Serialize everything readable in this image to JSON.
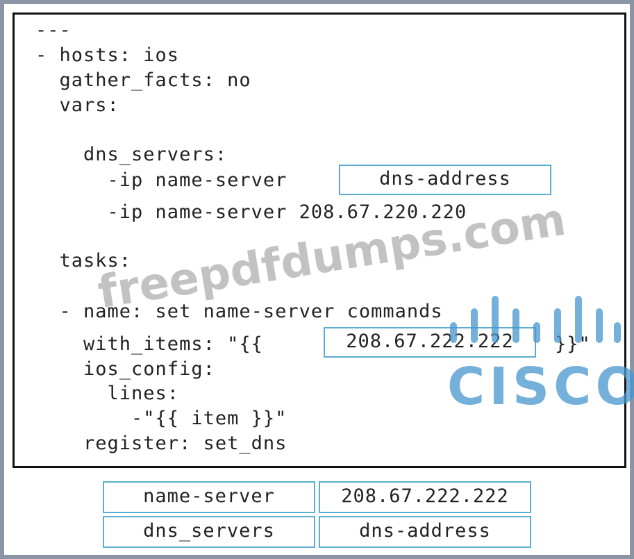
{
  "code": {
    "lines": [
      "---",
      "- hosts: ios",
      "  gather_facts: no",
      "  vars:",
      "    dns_servers:",
      "      -ip name-server",
      "      -ip name-server 208.67.220.220",
      "  tasks:",
      "  - name: set name-server commands",
      "    with_items: \"{{",
      "}}\"",
      "    ios_config:",
      "      lines:",
      "        -\"{{ item }}\"",
      "    register: set_dns"
    ]
  },
  "drop_targets": {
    "dns_servers_slot": "dns-address",
    "with_items_slot": "208.67.222.222"
  },
  "answer_choices": [
    "name-server",
    "208.67.222.222",
    "dns_servers",
    "dns-address"
  ],
  "watermark": {
    "text": "freepdfdumps.com"
  },
  "logo": {
    "text": "CISCO",
    "color": "#4696cd"
  }
}
